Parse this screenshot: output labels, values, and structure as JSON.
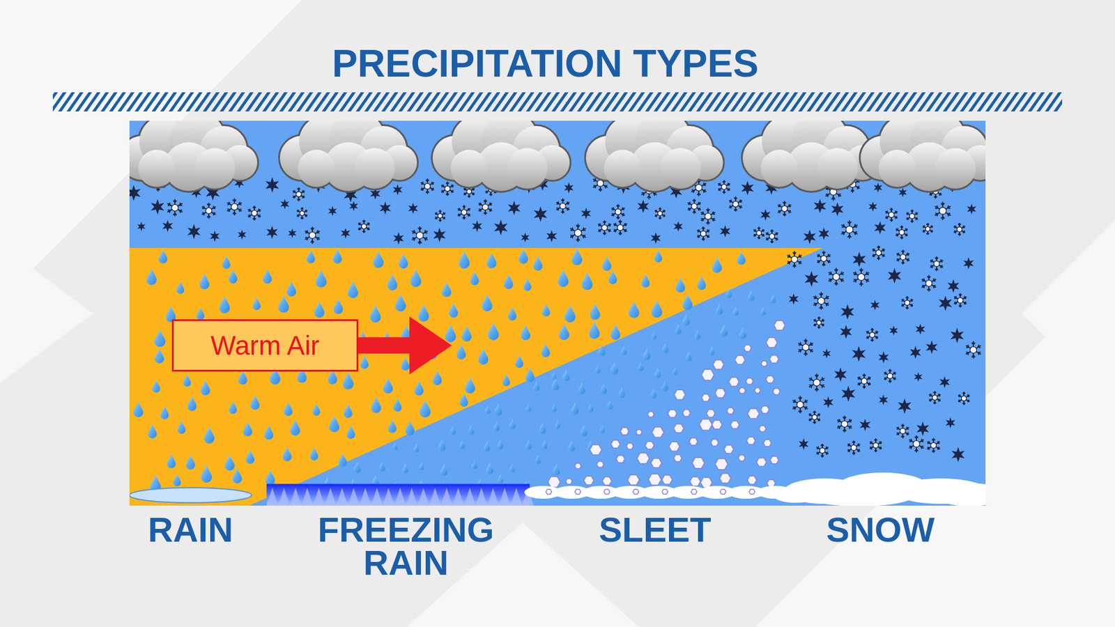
{
  "diagram": {
    "title": "PRECIPITATION TYPES",
    "nodes": [
      {
        "text": [
          "Warm Air"
        ]
      }
    ],
    "labels": [
      "RAIN",
      "FREEZING RAIN",
      "SLEET",
      "SNOW"
    ]
  }
}
